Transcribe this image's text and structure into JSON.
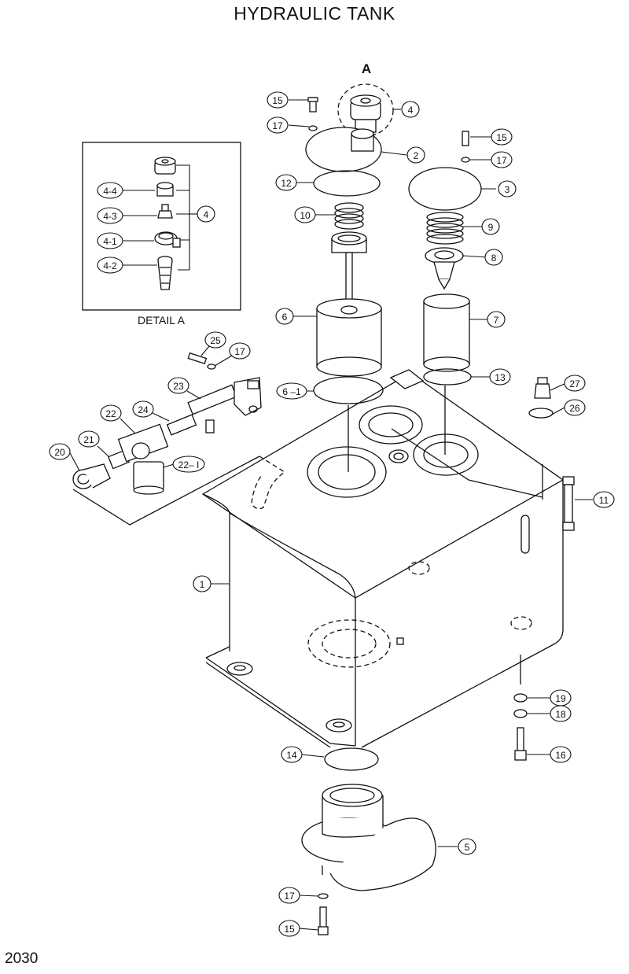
{
  "title": "HYDRAULIC TANK",
  "page_number": "2030",
  "detail_view": {
    "title": "DETAIL A",
    "marker": "A"
  },
  "callouts": {
    "c1": "1",
    "c2": "2",
    "c3": "3",
    "c4": "4",
    "c4d": "4",
    "c4_1": "4-1",
    "c4_2": "4-2",
    "c4_3": "4-3",
    "c4_4": "4-4",
    "c5": "5",
    "c6": "6",
    "c6_1": "6 –1",
    "c7": "7",
    "c8": "8",
    "c9": "9",
    "c10": "10",
    "c11": "11",
    "c12": "12",
    "c13": "13",
    "c14": "14",
    "c15a": "15",
    "c15b": "15",
    "c15c": "15",
    "c16": "16",
    "c17a": "17",
    "c17b": "17",
    "c17c": "17",
    "c17d": "17",
    "c18": "18",
    "c19": "19",
    "c20": "20",
    "c21": "21",
    "c22": "22",
    "c22_1": "22– I",
    "c23": "23",
    "c24": "24",
    "c25": "25",
    "c26": "26",
    "c27": "27"
  }
}
